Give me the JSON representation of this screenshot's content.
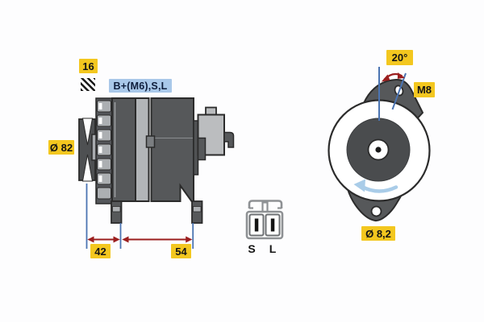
{
  "side_view": {
    "shaft_label": "16",
    "terminal_label": "B+(M6),S,L",
    "pulley_diameter_label": "Ø 82",
    "dim_pulley_to_mount": "42",
    "dim_mount_span": "54"
  },
  "connector_detail": {
    "pin_left": "S",
    "pin_right": "L"
  },
  "front_view": {
    "angle_label": "20°",
    "thread_label": "M8",
    "hole_diameter_label": "Ø 8,2"
  },
  "colors": {
    "label_bg_yellow": "#F3C71F",
    "label_bg_blue": "#A9C8E9",
    "dimension_line_blue": "#4B74B2",
    "dimension_arrow_red": "#9B1E1E",
    "rotation_arrow_blue": "#A9CCE8",
    "body_dark_gray": "#56585A",
    "body_light_gray": "#B2B5B8"
  }
}
